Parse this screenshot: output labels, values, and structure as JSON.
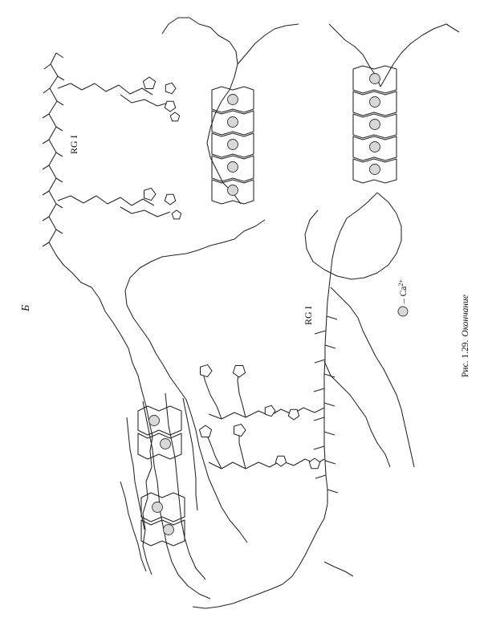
{
  "figure": {
    "panel_letter": "Б",
    "caption_prefix": "Рис. 1.29.",
    "caption_suffix": "Окончание",
    "labels": {
      "rg_upper": "RG I",
      "rg_lower": "RG I"
    },
    "legend": {
      "ion_label": "– Ca",
      "ion_charge": "2+"
    }
  }
}
